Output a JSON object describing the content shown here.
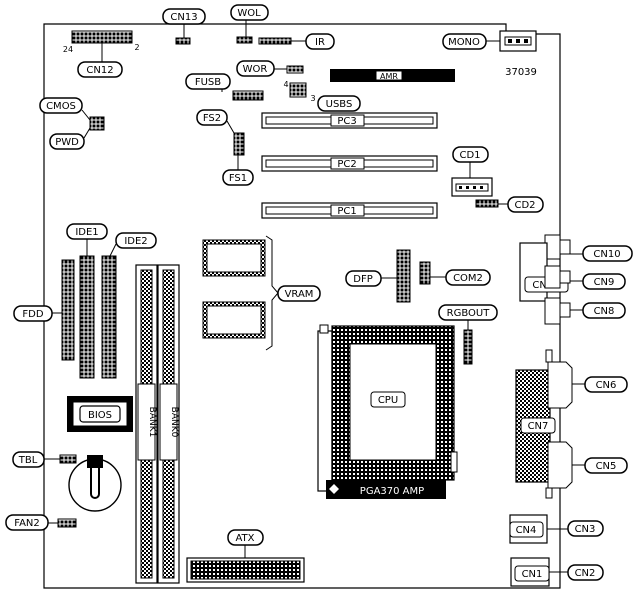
{
  "board_code": "37039",
  "labels": {
    "cn13": "CN13",
    "wol": "WOL",
    "ir": "IR",
    "mono": "MONO",
    "cn12": "CN12",
    "pin24": "24",
    "pin2": "2",
    "amr": "AMR",
    "wor": "WOR",
    "fusb": "FUSB",
    "usbs": "USBS",
    "usbs_pin": "4",
    "usbs_pin2": "3",
    "cmos": "CMOS",
    "pwd": "PWD",
    "fs2": "FS2",
    "fs1": "FS1",
    "pc3": "PC3",
    "pc2": "PC2",
    "pc1": "PC1",
    "cd1": "CD1",
    "cd2": "CD2",
    "ide1": "IDE1",
    "ide2": "IDE2",
    "fdd": "FDD",
    "vram": "VRAM",
    "dfp": "DFP",
    "com2": "COM2",
    "cn10": "CN10",
    "cn11": "CN11",
    "cn9": "CN9",
    "cn8": "CN8",
    "rgbout": "RGBOUT",
    "cpu": "CPU",
    "socket": "PGA370 AMP",
    "bios": "BIOS",
    "bank1": "BANK1",
    "bank0": "BANK0",
    "cn6": "CN6",
    "cn7": "CN7",
    "cn5": "CN5",
    "tbl": "TBL",
    "fan2": "FAN2",
    "atx": "ATX",
    "cn4": "CN4",
    "cn3": "CN3",
    "cn1": "CN1",
    "cn2": "CN2"
  },
  "colors": {
    "line": "#000000",
    "paper": "#ffffff"
  }
}
